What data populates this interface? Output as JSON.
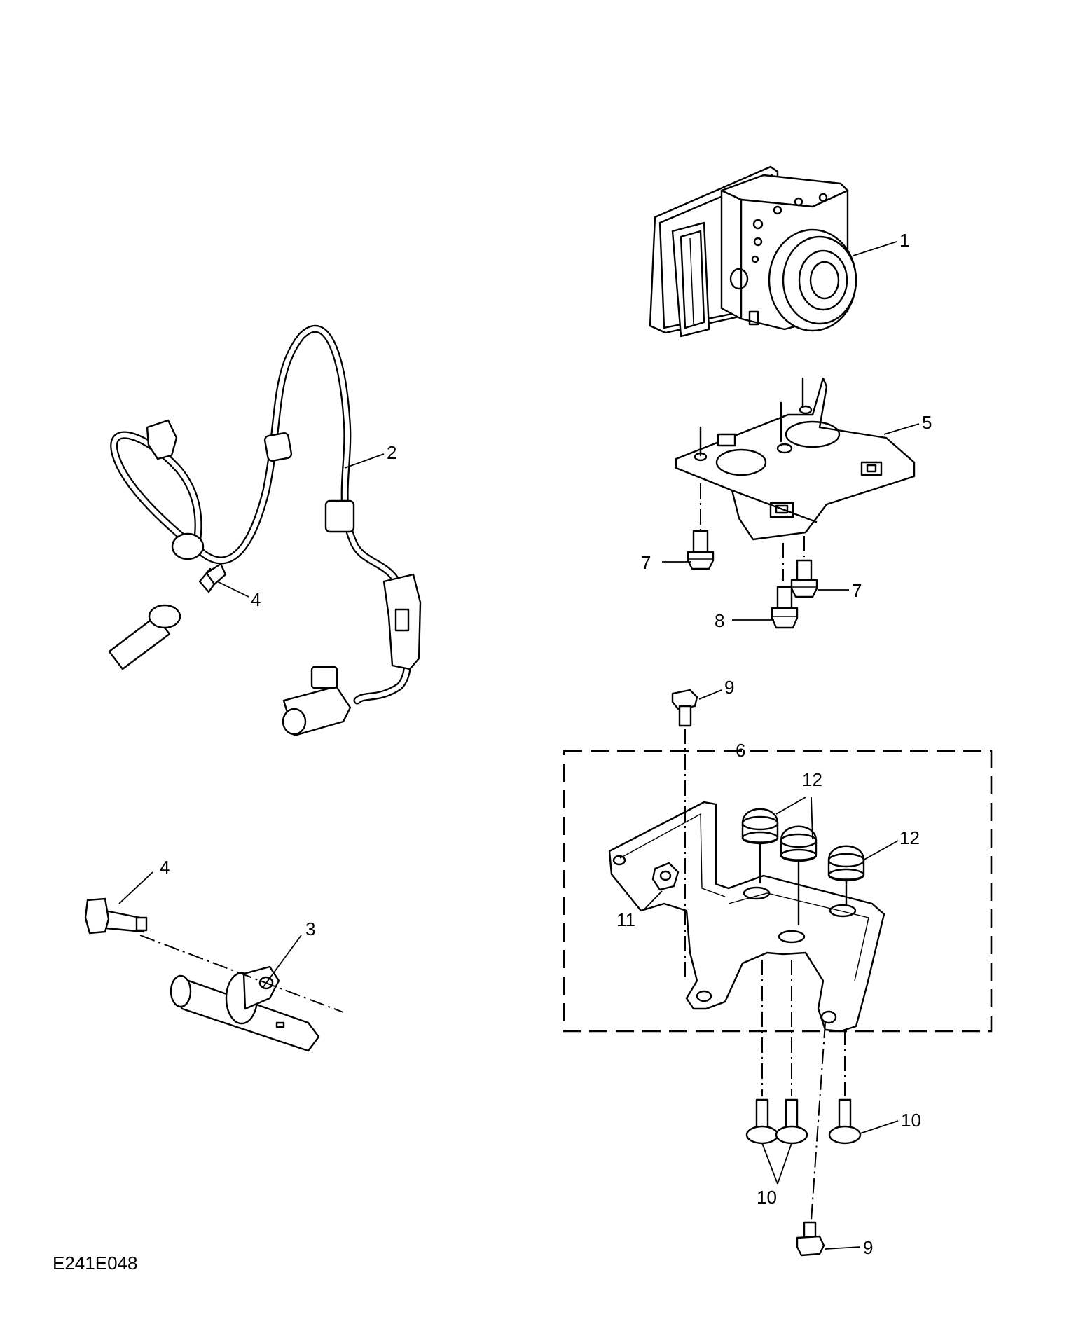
{
  "figure_ref": "E241E048",
  "callouts": {
    "c1": "1",
    "c2": "2",
    "c3": "3",
    "c4a": "4",
    "c4b": "4",
    "c5": "5",
    "c6": "6",
    "c7a": "7",
    "c7b": "7",
    "c8": "8",
    "c9a": "9",
    "c9b": "9",
    "c10a": "10",
    "c10b": "10",
    "c11": "11",
    "c12a": "12",
    "c12b": "12"
  }
}
